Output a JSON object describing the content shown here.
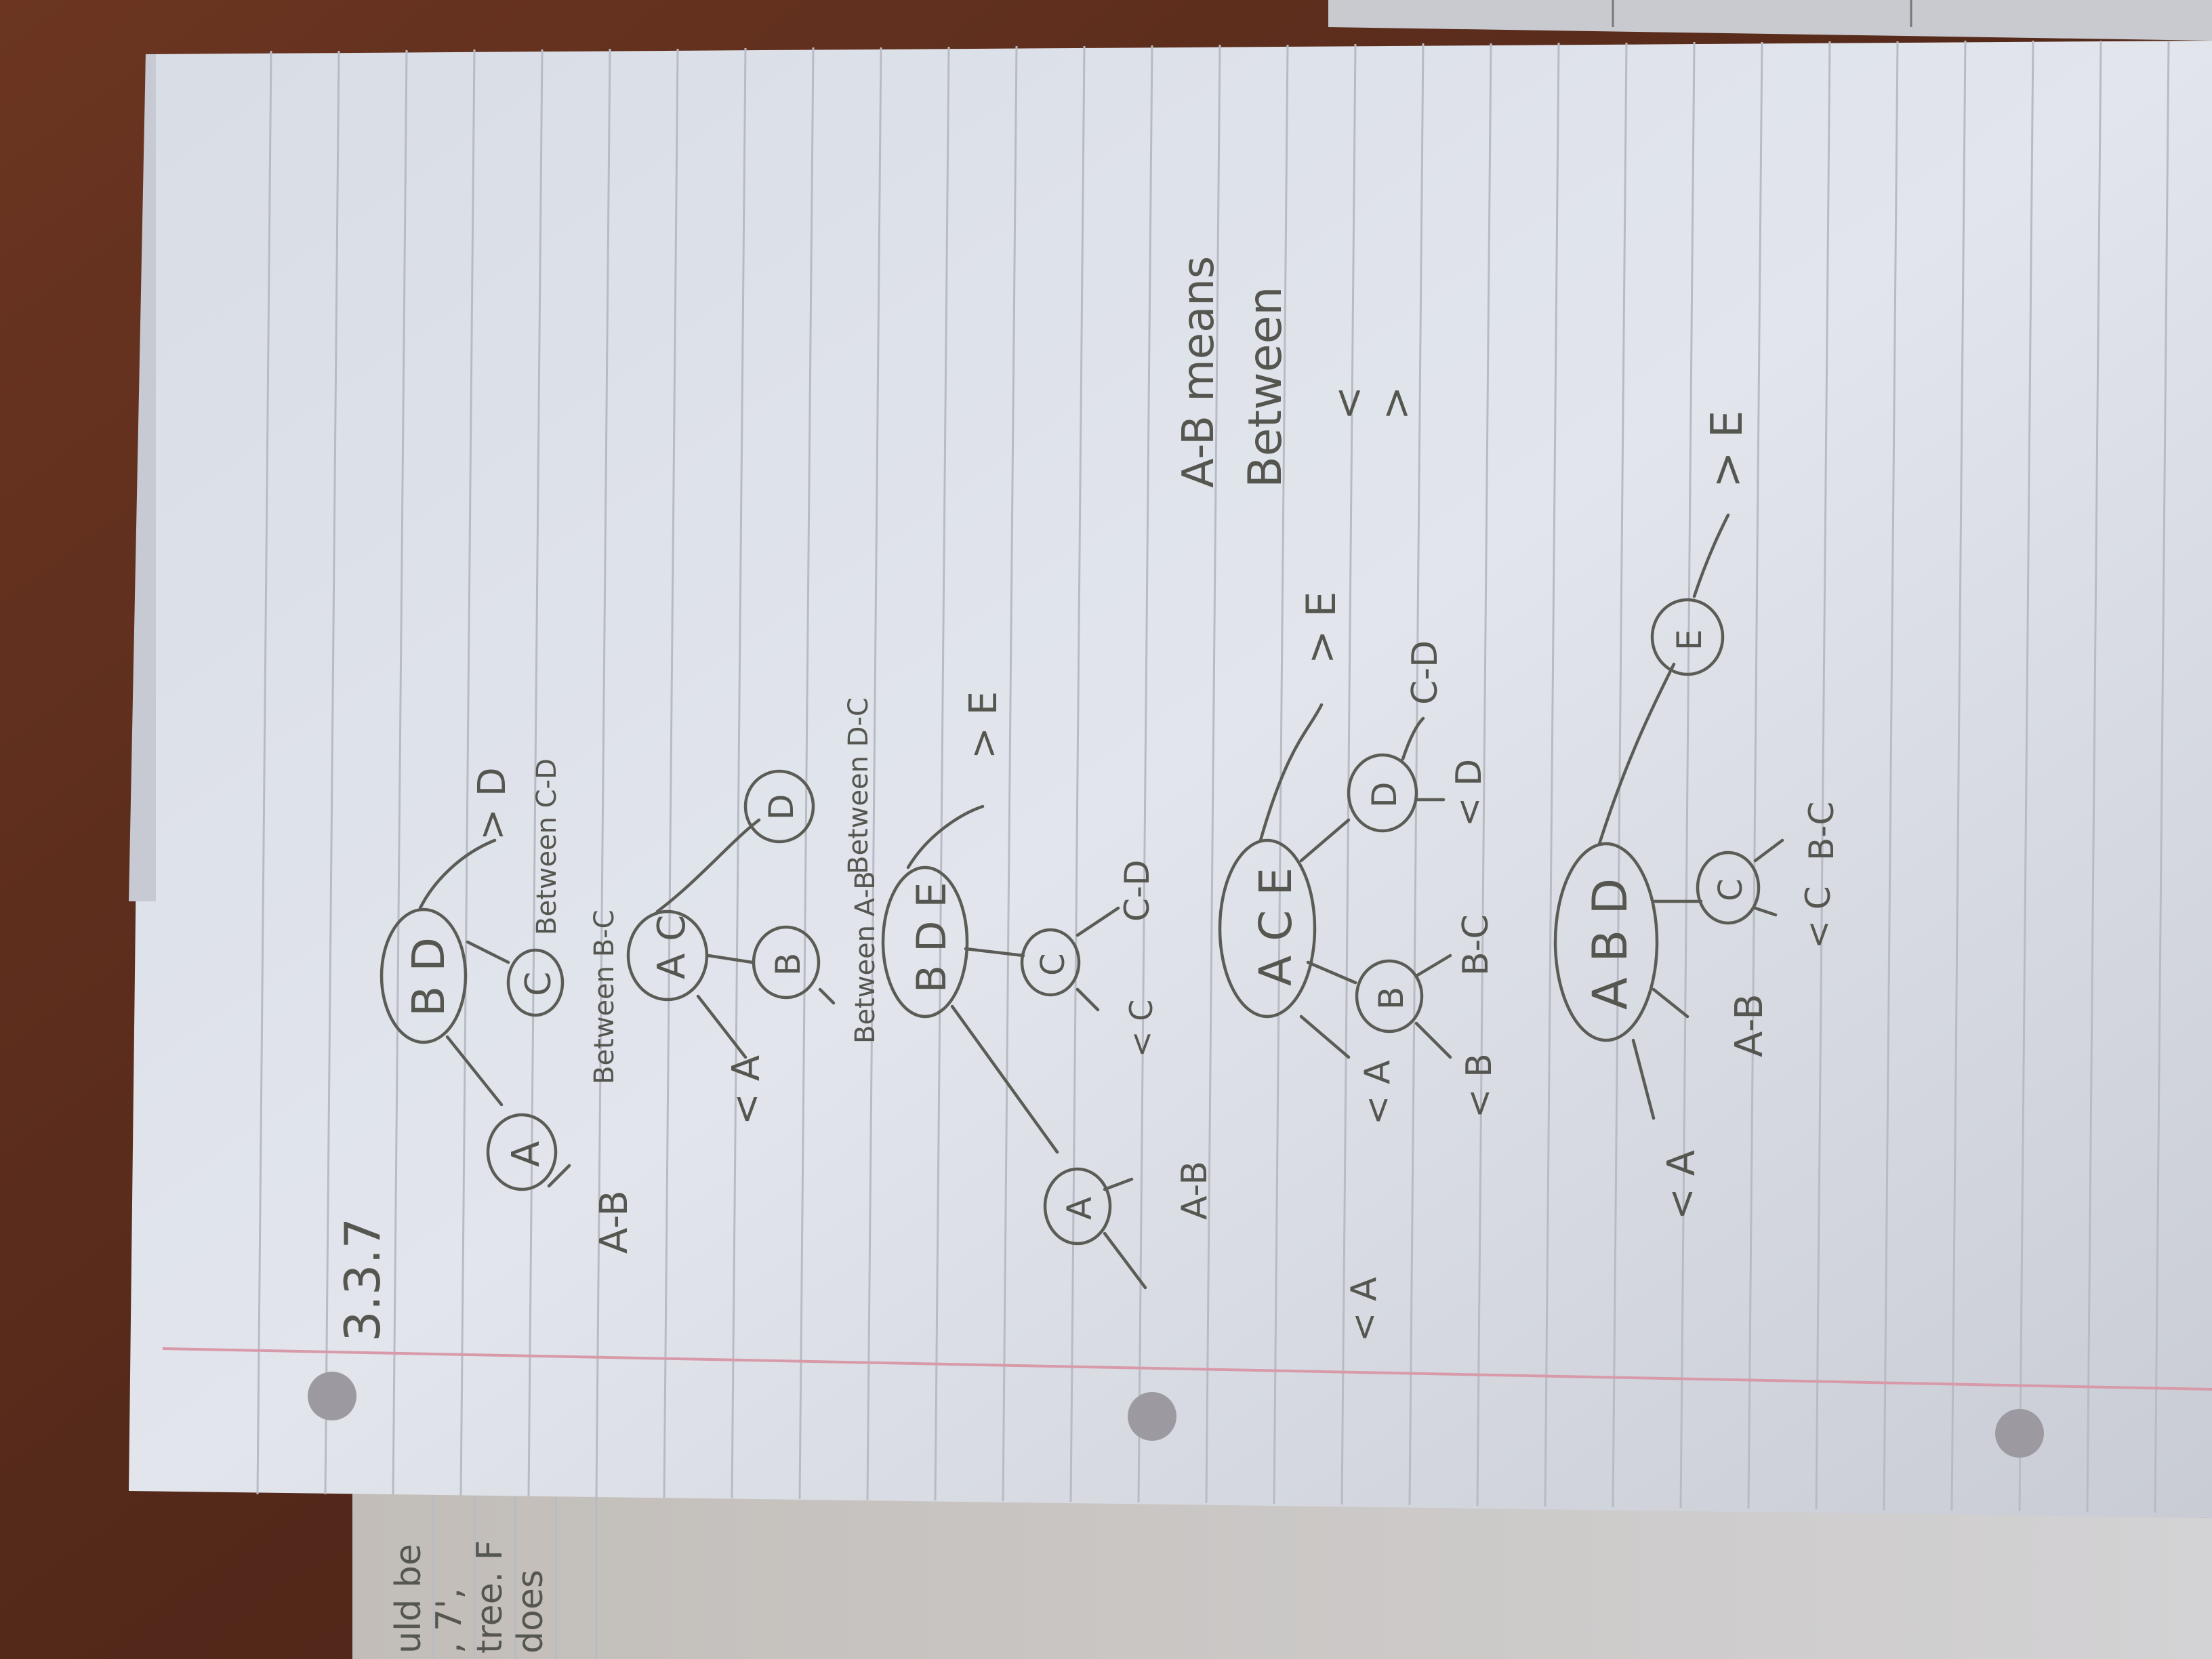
{
  "page_note": {
    "line1": "A-B means",
    "line2": "Between",
    "lt": "<",
    "gt": ">"
  },
  "problem_number": "3.3.7",
  "tree1": {
    "root": "B D",
    "left": "A",
    "middle": "C",
    "right_label": "> D",
    "left_leaf": "A-B",
    "mid_left": "Between B-C",
    "mid_right": "Between C-D"
  },
  "tree2": {
    "root": "A C",
    "left_leaf": "< A",
    "mid": "B",
    "right": "D",
    "b_label": "Between A-B",
    "d_label": "Between D-C"
  },
  "tree3": {
    "root": "B D E",
    "left": "A",
    "mid": "C",
    "right_label": "> E",
    "leaf_lt_a": "< A",
    "leaf_ab": "A-B",
    "leaf_lt_c": "< C",
    "leaf_cd": "C-D"
  },
  "tree4": {
    "root": "A C E",
    "mid": "B",
    "right": "D",
    "leaf_lt_a": "< A",
    "leaf_lt_b": "< B",
    "leaf_bc": "B-C",
    "leaf_lt_d": "< D",
    "leaf_cd": "C-D",
    "right_label": "> E"
  },
  "tree5": {
    "root": "A B D",
    "mid": "C",
    "right": "E",
    "leaf_lt_a": "< A",
    "leaf_ab": "A-B",
    "leaf_lt_c": "< C",
    "leaf_bc": "B-C",
    "right_label": "> E"
  },
  "background_page": {
    "line1": "uld be",
    "line2": ", 7',",
    "line3": "tree. F",
    "line4": "does"
  }
}
